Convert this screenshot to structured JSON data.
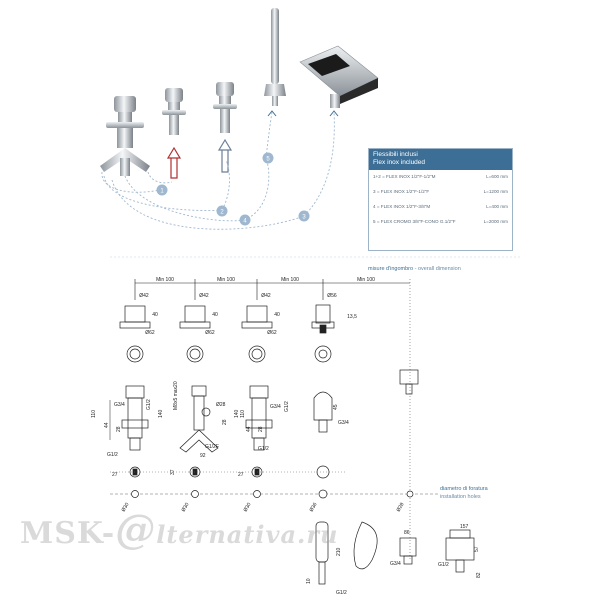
{
  "colors": {
    "accent": "#3d6f96",
    "dashed_line": "#9fb8cf",
    "chrome": "#b9bec4",
    "arrow_red": "#b03030",
    "watermark": "#969696"
  },
  "photo": {
    "markers": [
      "1",
      "2",
      "3",
      "4",
      "5"
    ]
  },
  "infobox": {
    "title_it": "Flessibili inclusi",
    "title_en": "Flex inox included",
    "rows": [
      {
        "label": "1+2  = FLEX INOX 1/2\"F-1/2\"M",
        "length": "L=600 mm"
      },
      {
        "label": "3      = FLEX INOX 1/2\"F-1/2\"F",
        "length": "L=1200 mm"
      },
      {
        "label": "4      = FLEX INOX 1/2\"F-3/8\"M",
        "length": "L=400 mm"
      },
      {
        "label": "5      = FLEX CROMO 3/8\"F-CONO G.1/2\"F",
        "length": "L=2000 mm"
      }
    ]
  },
  "captions": {
    "overall_it": "misure d'ingombro",
    "overall_en": "overall dimension",
    "drill_it": "diametro di foratura",
    "drill_en": "installation holes"
  },
  "drawing": {
    "spacing": [
      "Min 100",
      "Min 100",
      "Min 100",
      "Min 100"
    ],
    "handle_top": [
      "Ø42",
      "Ø42",
      "Ø42",
      "Ø56"
    ],
    "handle_base": [
      "Ø62",
      "Ø62",
      "Ø62"
    ],
    "handle_height": [
      "40",
      "40",
      "40",
      "13,5"
    ],
    "body_labels": {
      "g34_a": "G3/4",
      "g12_a": "G1/2",
      "h110_a": "110",
      "h140_a": "140",
      "d44_a": "44",
      "d28_a": "28",
      "g12_bottom_a": "G1/2",
      "mid_m8": "M8x5 max20",
      "mid_d28": "Ø28",
      "mid_r28": "28",
      "mid_g12f": "G1/2F",
      "mid_92": "92",
      "mid_37": "37",
      "g34_c": "G3/4",
      "g12_c": "G1/2",
      "h140_c": "140",
      "h110_c": "110",
      "d44_c": "44",
      "d28_c": "28",
      "g12_bottom_c": "G1/2",
      "spout_45": "45",
      "spout_g34": "G3/4",
      "h27_a": "27",
      "h27_b": "27"
    },
    "holes": [
      "Ø30",
      "Ø30",
      "Ø30",
      "Ø36",
      "Ø28"
    ],
    "shower": {
      "h210": "210",
      "h10": "10",
      "g12": "G1/2",
      "w86": "86",
      "g34": "G3/4",
      "w157": "157",
      "h57": "57",
      "h82": "82",
      "g12_b": "G1/2"
    }
  },
  "watermark": {
    "prefix": "MSK-",
    "a": "@",
    "suffix": "lternativa.ru"
  }
}
